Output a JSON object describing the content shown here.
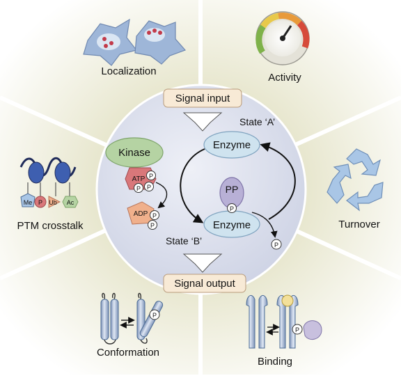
{
  "center": {
    "signal_input": "Signal input",
    "signal_output": "Signal output",
    "state_a": "State ‘A’",
    "state_b": "State ‘B’",
    "enzyme_top": "Enzyme",
    "enzyme_bottom": "Enzyme",
    "kinase": "Kinase",
    "atp": "ATP",
    "adp": "ADP",
    "pp": "PP",
    "phospho": "P"
  },
  "panels": {
    "localization": "Localization",
    "activity": "Activity",
    "ptm_crosstalk": "PTM crosstalk",
    "turnover": "Turnover",
    "conformation": "Conformation",
    "binding": "Binding",
    "ptm_marks": {
      "me": "Me",
      "p": "P",
      "ub": "Ub",
      "ac": "Ac"
    }
  },
  "colors": {
    "center_disc": "#dde1ee",
    "enzyme": "#cfe3ef",
    "kinase": "#b5d3a3",
    "atp": "#d9777a",
    "adp": "#f0b08c",
    "pp": "#b8b0d6",
    "signal_box": "#f8ead6",
    "background_glow": "#efeede"
  }
}
